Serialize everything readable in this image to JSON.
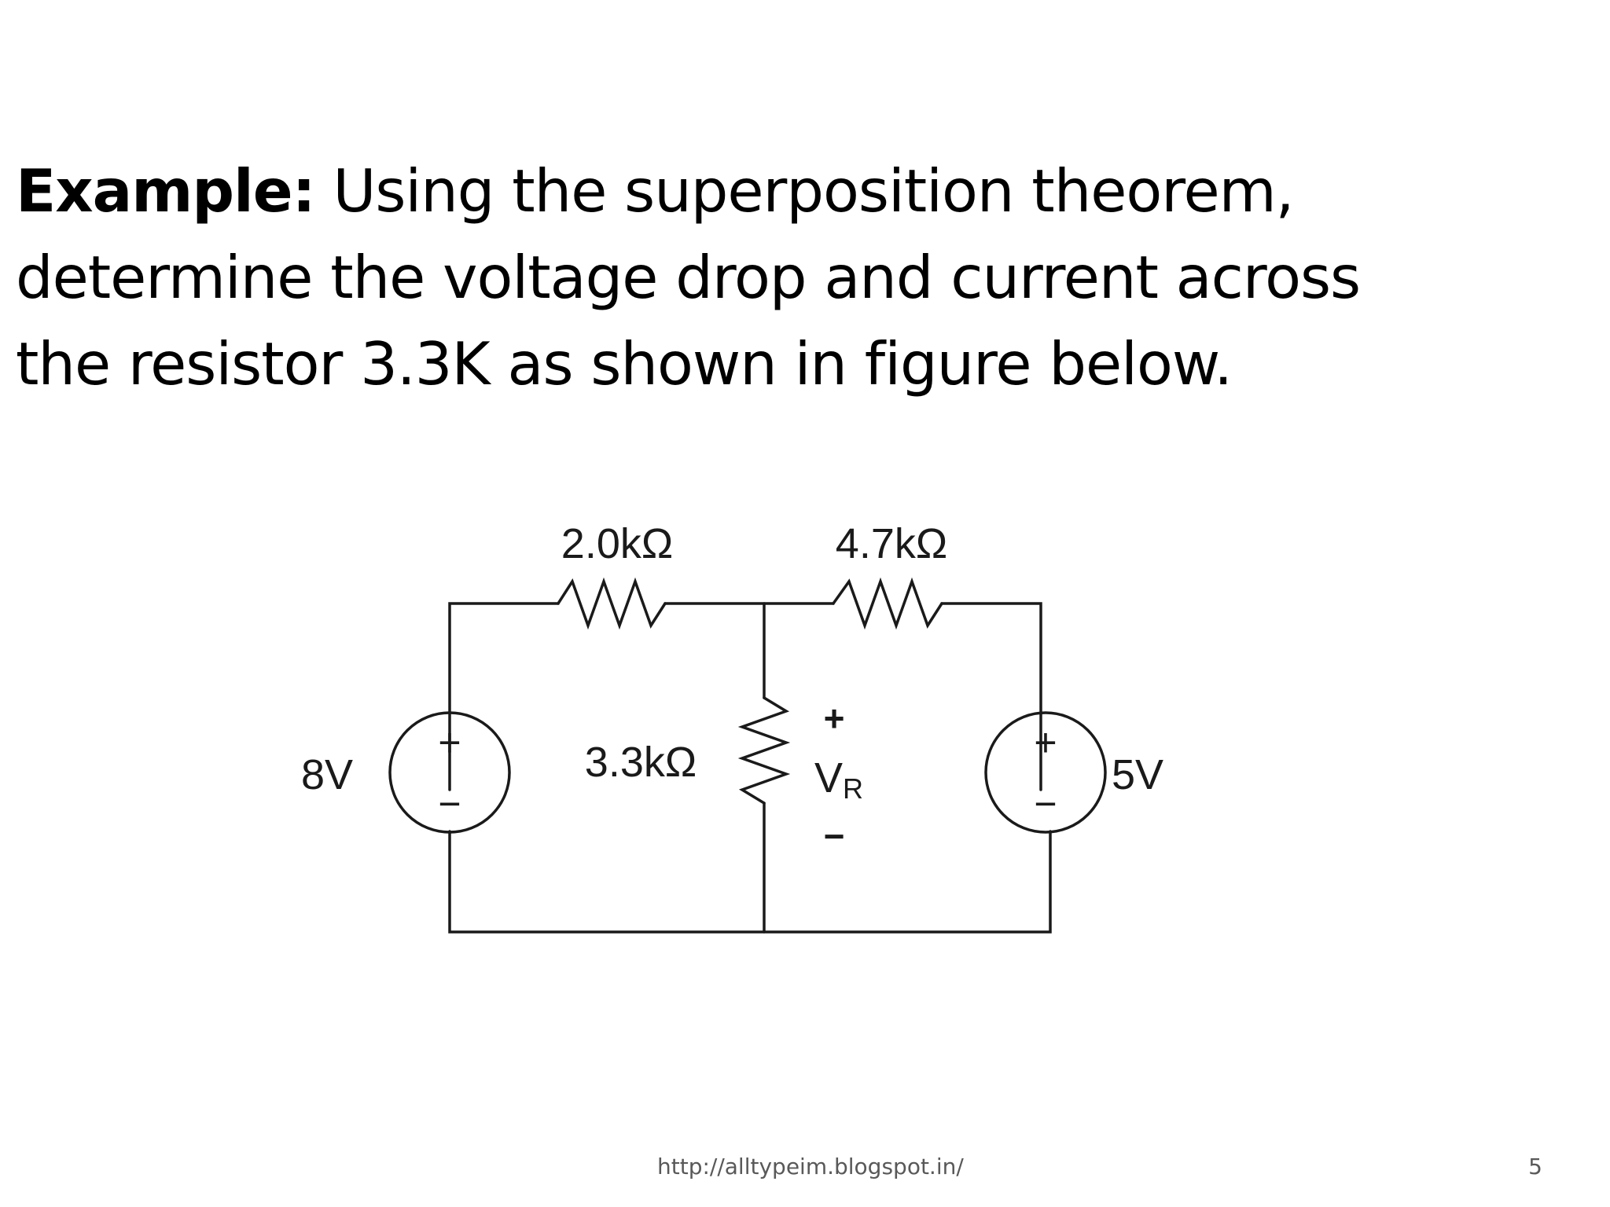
{
  "slide": {
    "problem_lead": "Example:",
    "problem_lines": [
      " Using the superposition theorem,",
      "determine the voltage drop and current across",
      "the resistor 3.3K as shown in figure below."
    ],
    "footer_url": "http://alltypeim.blogspot.in/",
    "slide_number": "5"
  },
  "circuit": {
    "r1_label": "2.0kΩ",
    "r2_label": "4.7kΩ",
    "r3_label": "3.3kΩ",
    "source_left_label": "8V",
    "source_right_label": "5V",
    "vr_plus": "+",
    "vr_main": "V",
    "vr_sub": "R",
    "vr_minus": "−",
    "src_plus": "+",
    "src_minus": "−",
    "wire_color": "#1a1a1a"
  }
}
